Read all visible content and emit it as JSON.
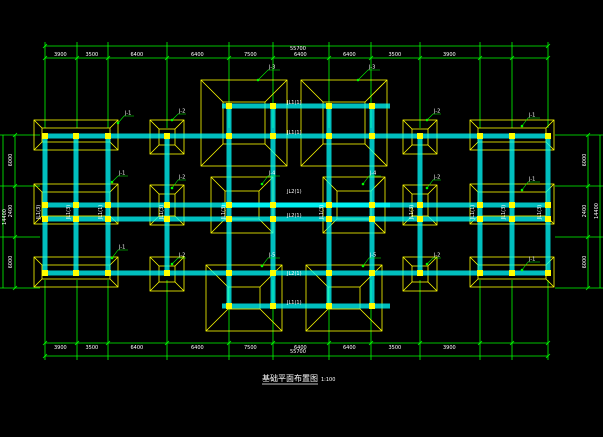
{
  "drawing": {
    "title": "基础平面布置图",
    "scale": "1:100"
  },
  "dimensions": {
    "top_overall": "55700",
    "top_segments": [
      "3900",
      "3500",
      "6400",
      "6400",
      "7500",
      "6400",
      "6400",
      "3500",
      "3900"
    ],
    "bottom_overall": "55700",
    "bottom_segments": [
      "3900",
      "3500",
      "6400",
      "6400",
      "7500",
      "6400",
      "6400",
      "3500",
      "3900"
    ],
    "left_segments": [
      "6000",
      "2400",
      "6000"
    ],
    "left_overall": "14400",
    "right_segments": [
      "6000",
      "2400",
      "6000"
    ],
    "right_overall": "14400"
  },
  "beam_labels": {
    "horizontal": [
      "JL1(1)",
      "JL1(1)",
      "JL2(1)",
      "JL2(1)",
      "JL2(1)",
      "JL1(1)"
    ],
    "vertical": [
      "JL1(3)",
      "JL1(3)",
      "JL1(1)",
      "JL1(3)",
      "JL1(3)",
      "JL1(3)",
      "JL1(3)",
      "JL1(1)",
      "JL1(3)",
      "JL1(3)"
    ]
  },
  "footing_tags": [
    "J-1",
    "J-2",
    "J-3",
    "J-4",
    "J-5"
  ],
  "colors": {
    "background": "#000000",
    "dimension": "#00ff00",
    "footing": "#ffff00",
    "beam": "#00ffff",
    "column": "#ffff00",
    "text": "#ffffff"
  }
}
